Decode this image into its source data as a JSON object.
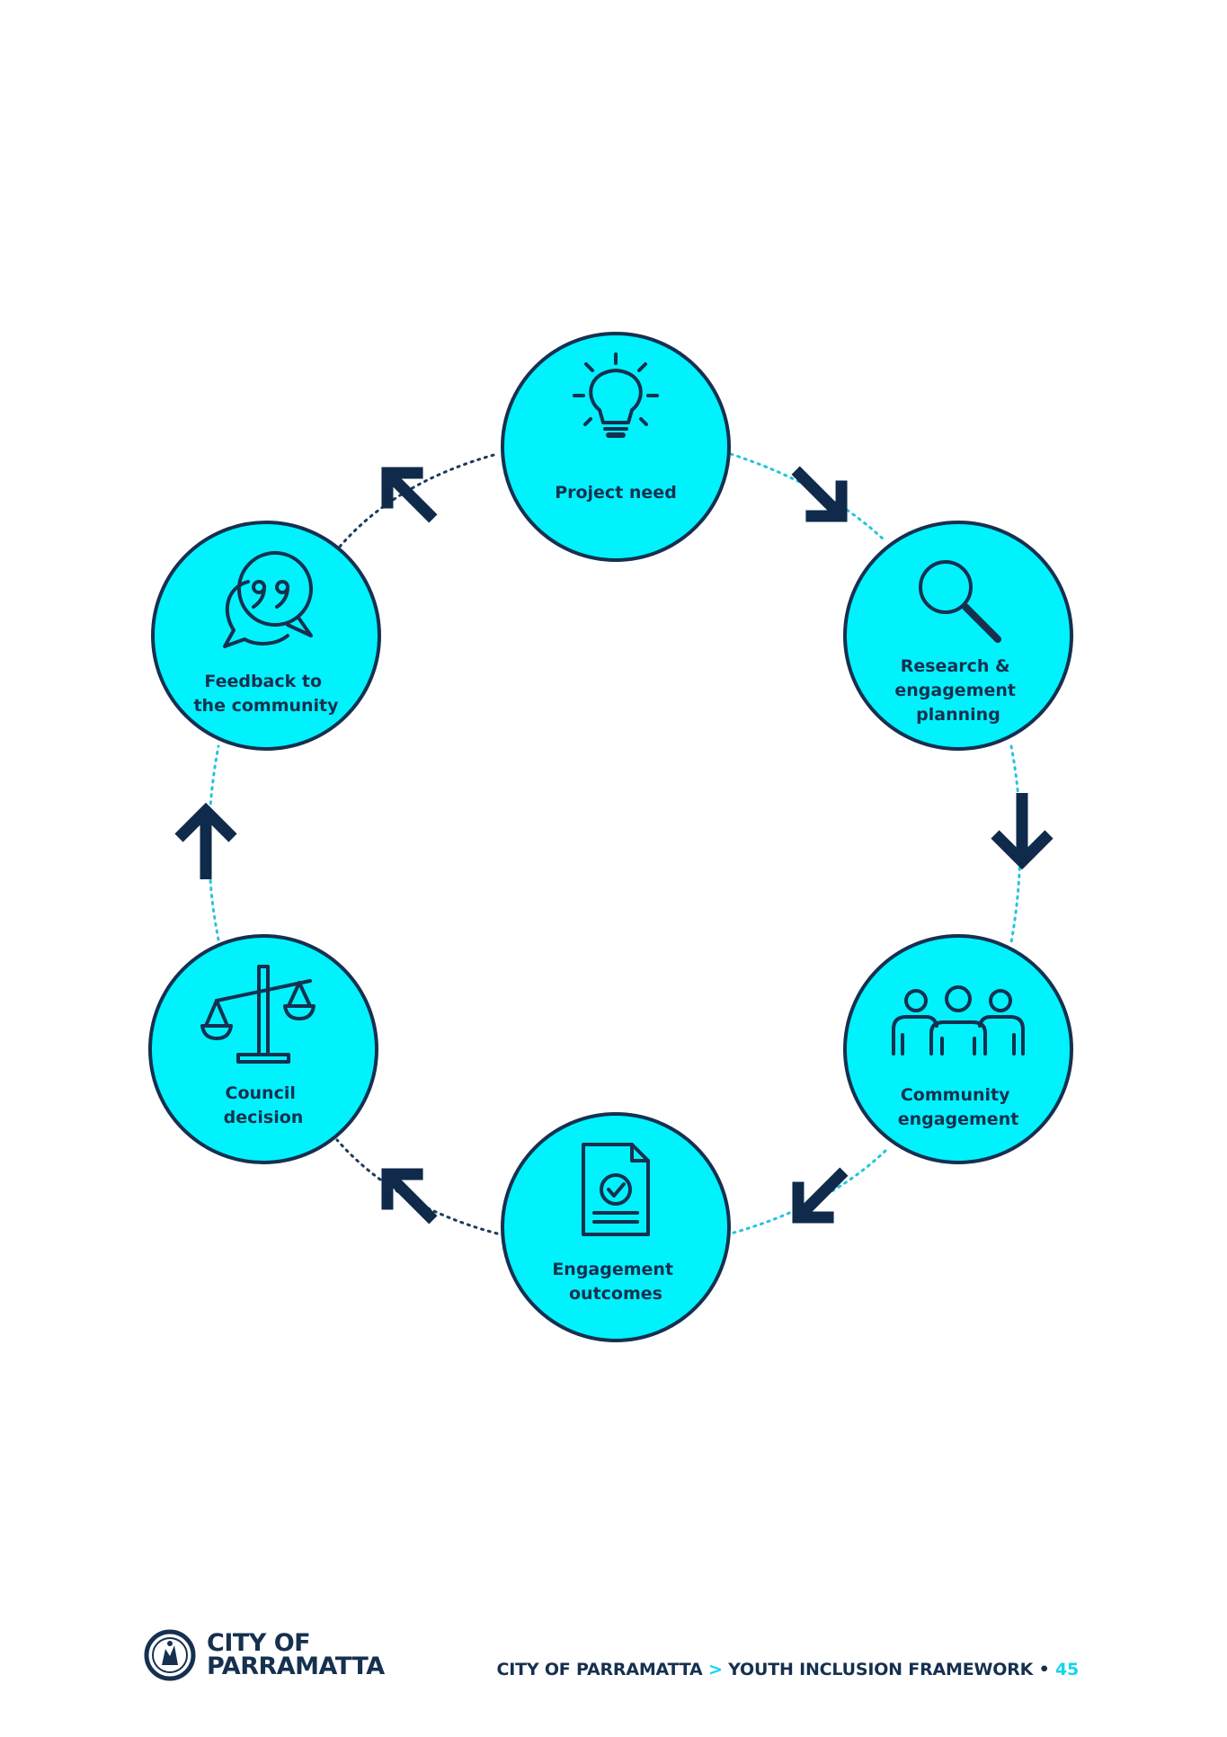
{
  "diagram": {
    "nodes": [
      {
        "id": "project-need",
        "lines": [
          "Project need"
        ],
        "icon": "lightbulb-icon"
      },
      {
        "id": "research",
        "lines": [
          "Research &",
          "engagement",
          "planning"
        ],
        "icon": "magnifier-icon"
      },
      {
        "id": "community-engagement",
        "lines": [
          "Community",
          "engagement"
        ],
        "icon": "people-icon"
      },
      {
        "id": "engagement-outcomes",
        "lines": [
          "Engagement",
          "outcomes"
        ],
        "icon": "document-check-icon"
      },
      {
        "id": "council-decision",
        "lines": [
          "Council",
          "decision"
        ],
        "icon": "scales-icon"
      },
      {
        "id": "feedback",
        "lines": [
          "Feedback to",
          "the community"
        ],
        "icon": "speech-bubbles-icon"
      }
    ],
    "colors": {
      "fill": "#00f2fd",
      "stroke": "#16304f",
      "dots": "#24c4dc",
      "arrow": "#0f2a4a"
    }
  },
  "footer": {
    "logo_line1": "CITY OF",
    "logo_line2": "PARRAMATTA",
    "logo_icon": "parramatta-seal-icon",
    "caption_left": "CITY OF PARRAMATTA",
    "caption_sep": ">",
    "caption_right": "YOUTH INCLUSION FRAMEWORK",
    "caption_bullet": "•",
    "page_number": "45"
  }
}
